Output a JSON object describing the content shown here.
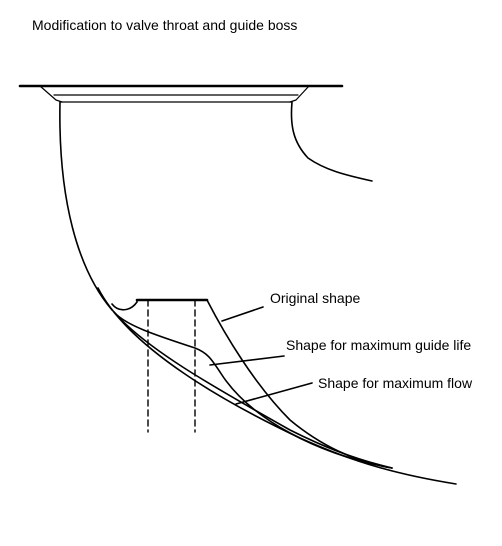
{
  "title": "Modification to valve throat and guide boss",
  "labels": {
    "original_shape": "Original shape",
    "guide_life_shape": "Shape for maximum guide life",
    "max_flow_shape": "Shape for maximum flow"
  }
}
